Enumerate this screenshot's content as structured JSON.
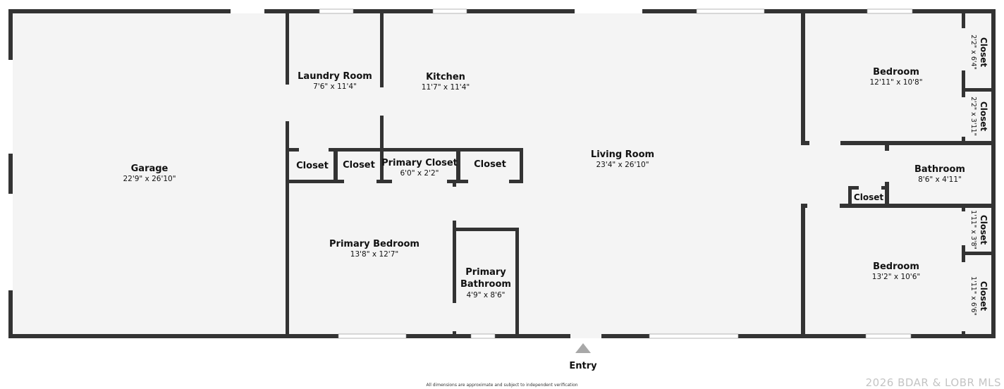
{
  "rooms": {
    "garage": {
      "name": "Garage",
      "dims": "22'9\" x 26'10\""
    },
    "laundry": {
      "name": "Laundry Room",
      "dims": "7'6\" x 11'4\""
    },
    "kitchen": {
      "name": "Kitchen",
      "dims": "11'7\" x 11'4\""
    },
    "living": {
      "name": "Living Room",
      "dims": "23'4\" x 26'10\""
    },
    "bedroom1": {
      "name": "Bedroom",
      "dims": "12'11\" x 10'8\""
    },
    "bedroom2": {
      "name": "Bedroom",
      "dims": "13'2\" x 10'6\""
    },
    "bathroom": {
      "name": "Bathroom",
      "dims": "8'6\" x 4'11\""
    },
    "primary_bedroom": {
      "name": "Primary Bedroom",
      "dims": "13'8\" x 12'7\""
    },
    "primary_bathroom": {
      "name_line1": "Primary",
      "name_line2": "Bathroom",
      "dims": "4'9\" x 8'6\""
    },
    "primary_closet": {
      "name": "Primary Closet",
      "dims": "6'0\" x 2'2\""
    },
    "closet_a": {
      "name": "Closet"
    },
    "closet_b": {
      "name": "Closet"
    },
    "closet_c": {
      "name": "Closet"
    },
    "closet_bath": {
      "name": "Closet"
    },
    "closet_r1": {
      "name": "Closet",
      "dims": "2'2\" x 6'4\""
    },
    "closet_r2": {
      "name": "Closet",
      "dims": "2'2\" x 3'11\""
    },
    "closet_r3": {
      "name": "Closet",
      "dims": "1'11\" x 3'8\""
    },
    "closet_r4": {
      "name": "Closet",
      "dims": "1'11\" x 6'6\""
    }
  },
  "entry_label": "Entry",
  "disclaimer": "All dimensions are approximate and subject to independent verification",
  "watermark": "2026 BDAR & LOBR MLS",
  "colors": {
    "wall": "#333333",
    "floor": "#f4f4f4",
    "window": "#ffffff",
    "arrow": "#a8a8a8"
  }
}
